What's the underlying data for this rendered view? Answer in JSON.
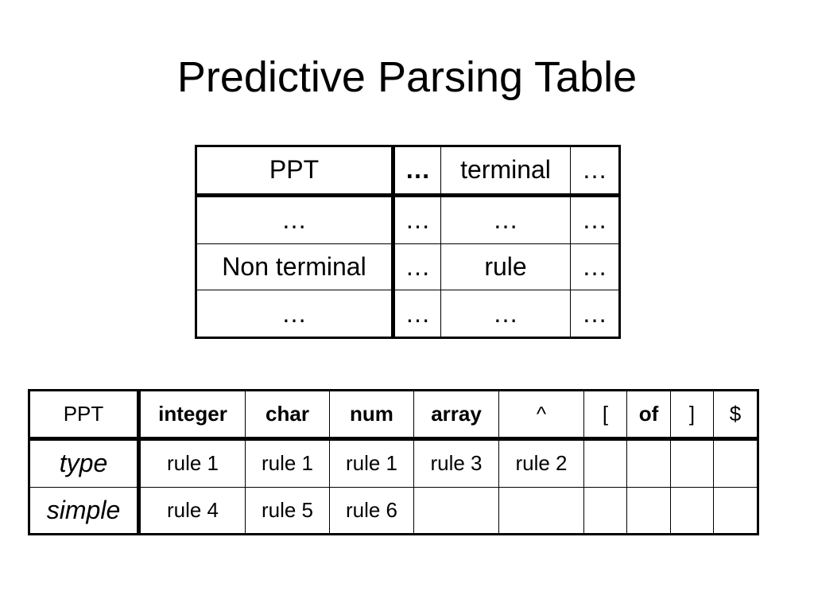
{
  "slide": {
    "title": "Predictive Parsing Table"
  },
  "table_generic": {
    "corner": "PPT",
    "header": [
      "…",
      "terminal",
      "…"
    ],
    "rows": [
      {
        "label": "…",
        "cells": [
          "…",
          "…",
          "…"
        ]
      },
      {
        "label": "Non terminal",
        "cells": [
          "…",
          "rule",
          "…"
        ]
      },
      {
        "label": "…",
        "cells": [
          "…",
          "…",
          "…"
        ]
      }
    ]
  },
  "table_example": {
    "corner": "PPT",
    "header": [
      "integer",
      "char",
      "num",
      "array",
      "^",
      "[",
      "of",
      "]",
      "$"
    ],
    "rows": [
      {
        "label": "type",
        "cells": [
          "rule 1",
          "rule 1",
          "rule 1",
          "rule 3",
          "rule 2",
          "",
          "",
          "",
          ""
        ]
      },
      {
        "label": "simple",
        "cells": [
          "rule 4",
          "rule 5",
          "rule 6",
          "",
          "",
          "",
          "",
          "",
          ""
        ]
      }
    ]
  }
}
